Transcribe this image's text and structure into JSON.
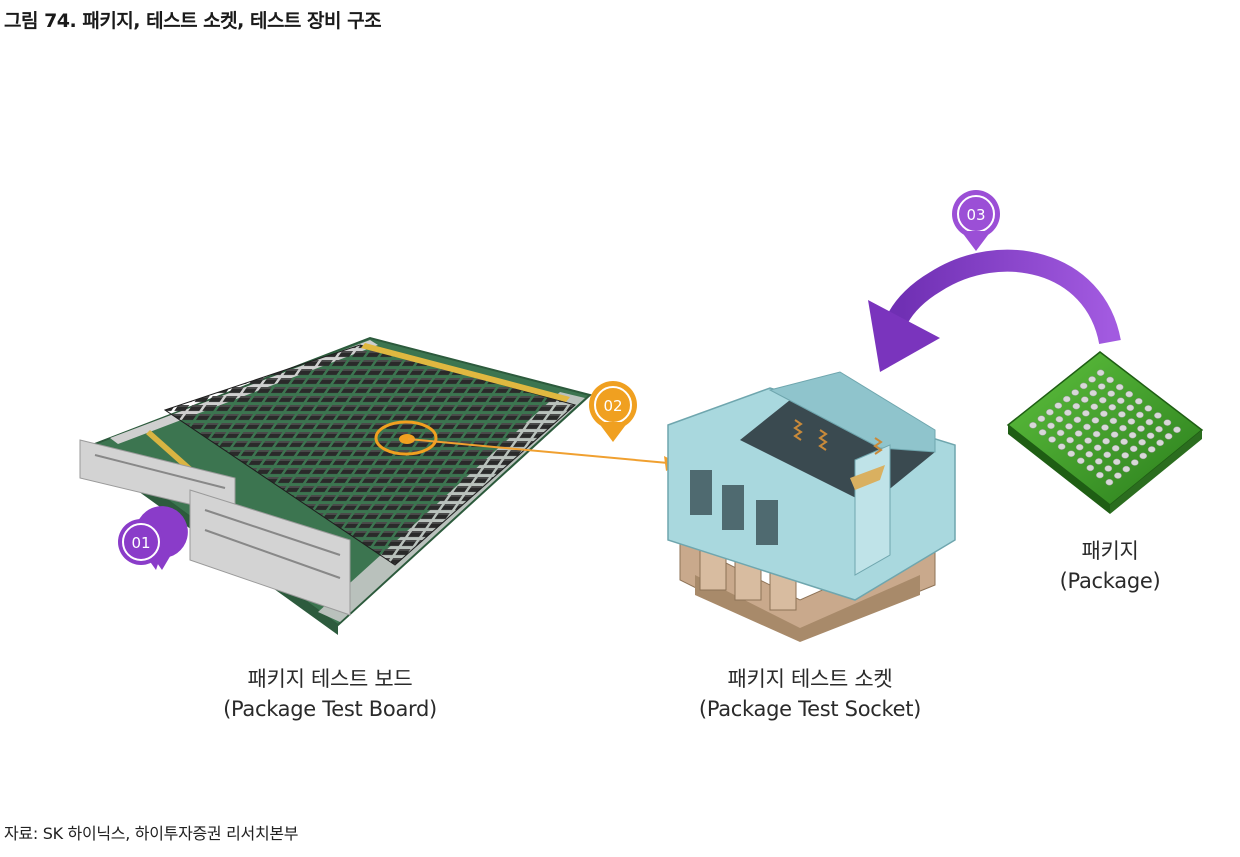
{
  "figure": {
    "title": "그림 74. 패키지, 테스트 소켓, 테스트 장비 구조",
    "source": "자료: SK 하이닉스, 하이투자증권 리서치본부"
  },
  "items": [
    {
      "marker": "01",
      "name_ko": "패키지 테스트 보드",
      "name_en": "(Package Test Board)"
    },
    {
      "marker": "02",
      "name_ko": "패키지 테스트 소켓",
      "name_en": "(Package Test Socket)"
    },
    {
      "marker": "03",
      "name_ko": "패키지",
      "name_en": "(Package)"
    }
  ],
  "colors": {
    "marker_01": "#8a3cc9",
    "marker_02": "#f0a020",
    "marker_03": "#9b4fd6",
    "arrow_curved": "#8d3fcf",
    "arrow_pointer": "#f0a030",
    "board_pcb": "#3f7a52",
    "socket_body": "#a9d8de",
    "package_green": "#3c9a2a"
  }
}
